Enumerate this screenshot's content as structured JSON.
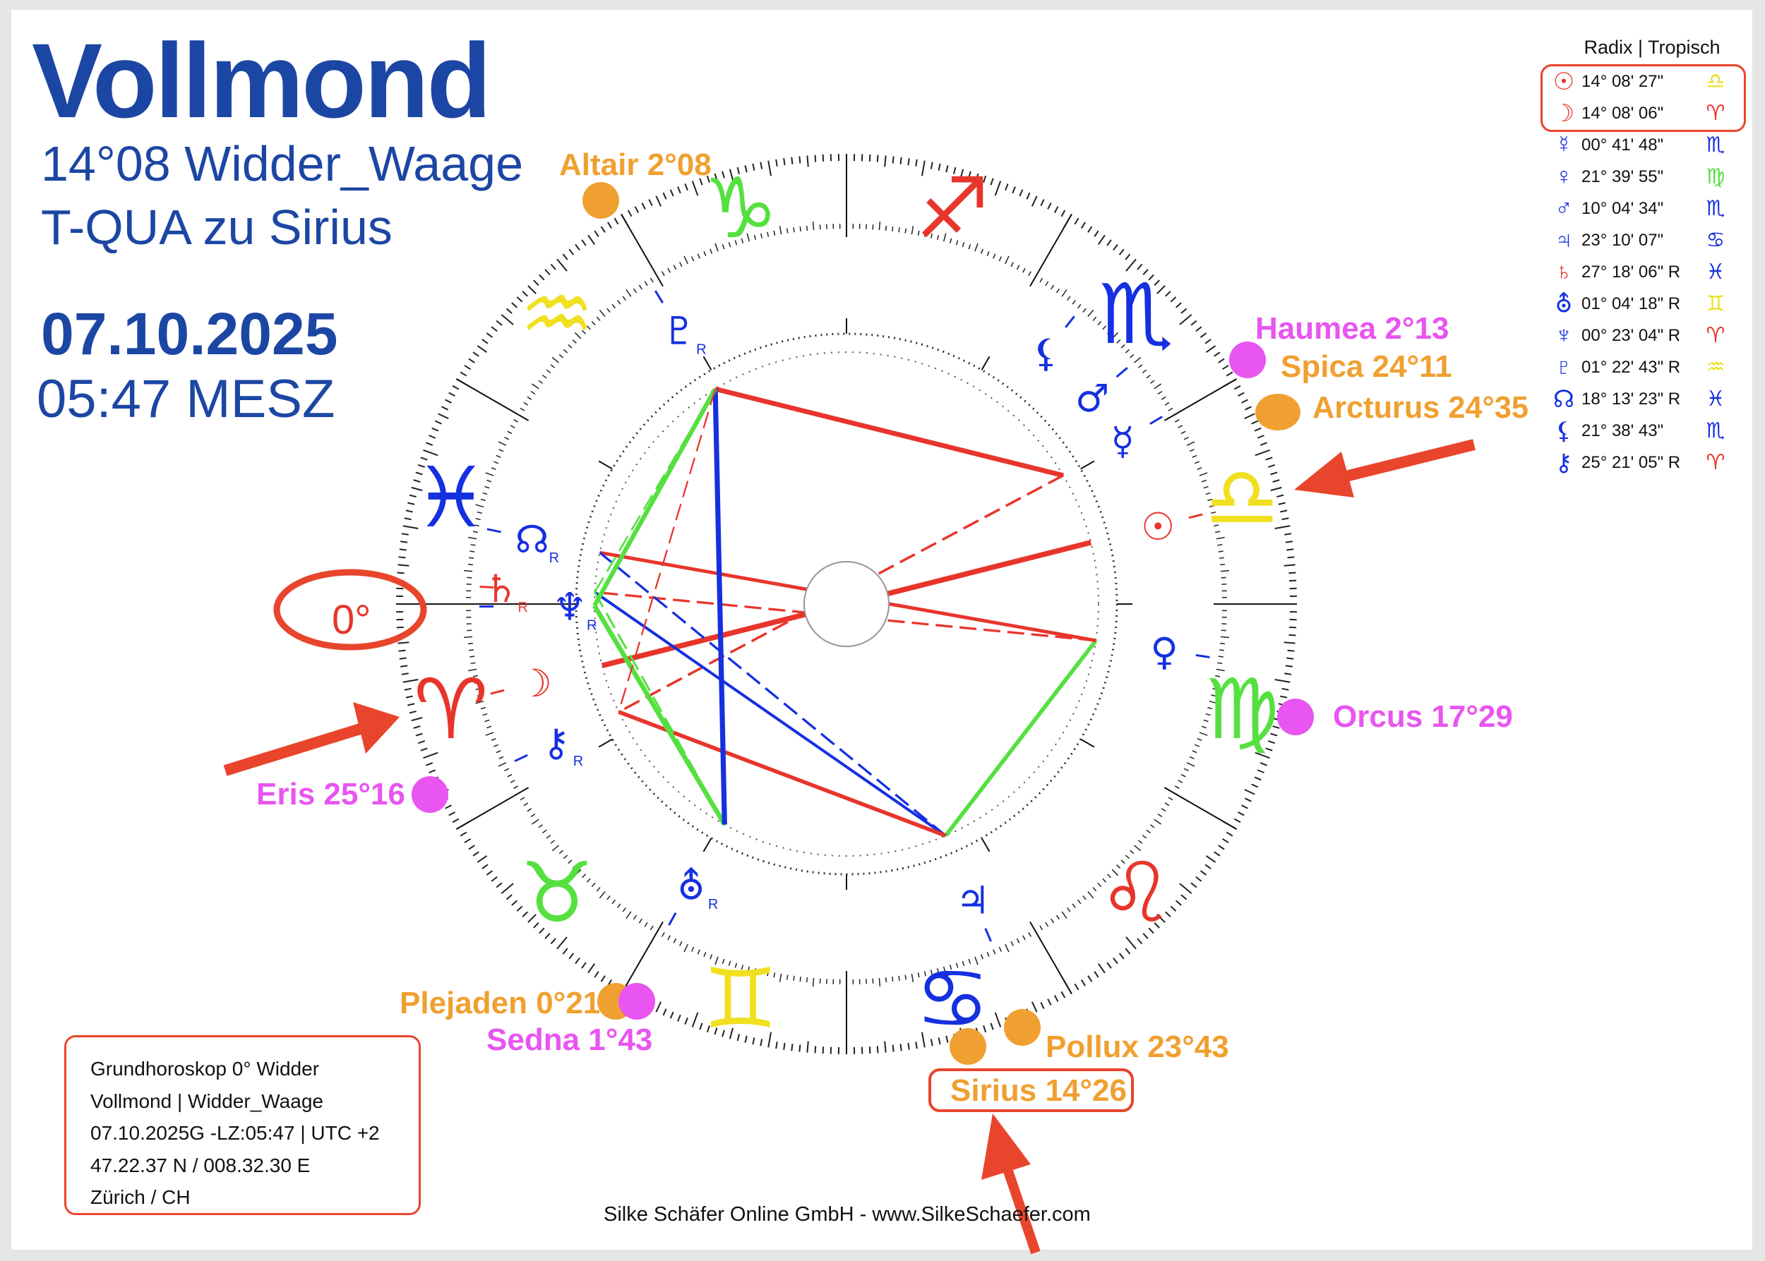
{
  "header": {
    "title": "Vollmond",
    "subtitle": "14°08 Widder_Waage",
    "subtitle2": "T-QUA zu Sirius",
    "date": "07.10.2025",
    "time": "05:47 MESZ"
  },
  "legend": {
    "title": "Radix | Tropisch",
    "rows": [
      {
        "name": "sun",
        "glyph": "☉",
        "color": "#e8352c",
        "position": "14° 08' 27\"",
        "sign": "♎",
        "sign_color": "#e8e020"
      },
      {
        "name": "moon",
        "glyph": "☽",
        "color": "#e8352c",
        "position": "14° 08' 06\"",
        "sign": "♈",
        "sign_color": "#e8352c"
      },
      {
        "name": "mercury",
        "glyph": "☿",
        "color": "#1530e0",
        "position": "00° 41' 48\"",
        "sign": "♏",
        "sign_color": "#1530e0"
      },
      {
        "name": "venus",
        "glyph": "♀",
        "color": "#1530e0",
        "position": "21° 39' 55\"",
        "sign": "♍",
        "sign_color": "#55e040"
      },
      {
        "name": "mars",
        "glyph": "♂",
        "color": "#1530e0",
        "position": "10° 04' 34\"",
        "sign": "♏",
        "sign_color": "#1530e0"
      },
      {
        "name": "jupiter",
        "glyph": "♃",
        "color": "#1530e0",
        "position": "23° 10' 07\"",
        "sign": "♋",
        "sign_color": "#1530e0"
      },
      {
        "name": "saturn",
        "glyph": "♄",
        "color": "#e8352c",
        "position": "27° 18' 06\" R",
        "sign": "♓",
        "sign_color": "#1530e0"
      },
      {
        "name": "uranus",
        "glyph": "⛢",
        "color": "#1530e0",
        "position": "01° 04' 18\" R",
        "sign": "♊",
        "sign_color": "#e8e020"
      },
      {
        "name": "neptune",
        "glyph": "♆",
        "color": "#1530e0",
        "position": "00° 23' 04\" R",
        "sign": "♈",
        "sign_color": "#e8352c"
      },
      {
        "name": "pluto",
        "glyph": "♇",
        "color": "#1530e0",
        "position": "01° 22' 43\" R",
        "sign": "♒",
        "sign_color": "#e8e020"
      },
      {
        "name": "node",
        "glyph": "☊",
        "color": "#1530e0",
        "position": "18° 13' 23\" R",
        "sign": "♓",
        "sign_color": "#1530e0"
      },
      {
        "name": "lilith",
        "glyph": "⚸",
        "color": "#1530e0",
        "position": "21° 38' 43\"",
        "sign": "♏",
        "sign_color": "#1530e0"
      },
      {
        "name": "chiron",
        "glyph": "⚷",
        "color": "#1530e0",
        "position": "25° 21' 05\" R",
        "sign": "♈",
        "sign_color": "#e8352c"
      }
    ]
  },
  "info": {
    "lines": [
      "Grundhoroskop 0° Widder",
      "Vollmond | Widder_Waage",
      "07.10.2025G -LZ:05:47 | UTC +2",
      "47.22.37 N / 008.32.30 E",
      "Zürich / CH"
    ]
  },
  "footer": "Silke Schäfer Online GmbH - www.SilkeSchaefer.com",
  "chart": {
    "zero_label": "0°",
    "retro_mark": "R",
    "zodiac": [
      {
        "glyph": "♈",
        "color": "#e8352c"
      },
      {
        "glyph": "♉",
        "color": "#55e040"
      },
      {
        "glyph": "♊",
        "color": "#f0e020"
      },
      {
        "glyph": "♋",
        "color": "#1530e0"
      },
      {
        "glyph": "♌",
        "color": "#e8352c"
      },
      {
        "glyph": "♍",
        "color": "#55e040"
      },
      {
        "glyph": "♎",
        "color": "#f0e020"
      },
      {
        "glyph": "♏",
        "color": "#1530e0"
      },
      {
        "glyph": "♐",
        "color": "#e8352c"
      },
      {
        "glyph": "♑",
        "color": "#55e040"
      },
      {
        "glyph": "♒",
        "color": "#f0e020"
      },
      {
        "glyph": "♓",
        "color": "#1530e0"
      }
    ],
    "planets": [
      {
        "name": "sun",
        "glyph": "☉",
        "lon": 194.14,
        "color": "#e8352c",
        "retro": false
      },
      {
        "name": "moon",
        "glyph": "☽",
        "lon": 14.14,
        "color": "#e8352c",
        "retro": false
      },
      {
        "name": "mercury",
        "glyph": "☿",
        "lon": 210.7,
        "color": "#1530e0",
        "retro": false
      },
      {
        "name": "venus",
        "glyph": "♀",
        "lon": 171.67,
        "color": "#1530e0",
        "retro": false
      },
      {
        "name": "mars",
        "glyph": "♂",
        "lon": 220.08,
        "color": "#1530e0",
        "retro": false
      },
      {
        "name": "jupiter",
        "glyph": "♃",
        "lon": 113.17,
        "color": "#1530e0",
        "retro": false
      },
      {
        "name": "saturn",
        "glyph": "♄",
        "lon": 357.3,
        "color": "#e8352c",
        "retro": true
      },
      {
        "name": "uranus",
        "glyph": "⛢",
        "lon": 61.07,
        "color": "#1530e0",
        "retro": true
      },
      {
        "name": "neptune",
        "glyph": "♆",
        "lon": 0.38,
        "color": "#1530e0",
        "retro": true
      },
      {
        "name": "pluto",
        "glyph": "♇",
        "lon": 301.38,
        "color": "#1530e0",
        "retro": true
      },
      {
        "name": "node",
        "glyph": "☊",
        "lon": 348.22,
        "color": "#1530e0",
        "retro": true
      },
      {
        "name": "lilith",
        "glyph": "⚸",
        "lon": 231.64,
        "color": "#1530e0",
        "retro": false
      },
      {
        "name": "chiron",
        "glyph": "⚷",
        "lon": 25.35,
        "color": "#1530e0",
        "retro": true
      }
    ],
    "aspect_colors": {
      "hard": "#e8352c",
      "trine": "#1530e0",
      "sextile": "#55e040"
    },
    "stars": [
      {
        "label": "Altair 2°08",
        "color": "#f0a030"
      },
      {
        "label": "Haumea 2°13",
        "color": "#e855f0"
      },
      {
        "label": "Spica 24°11",
        "color": "#f0a030"
      },
      {
        "label": "Arcturus 24°35",
        "color": "#f0a030"
      },
      {
        "label": "Orcus 17°29",
        "color": "#e855f0"
      },
      {
        "label": "Eris 25°16",
        "color": "#e855f0"
      },
      {
        "label": "Plejaden 0°21",
        "color": "#f0a030"
      },
      {
        "label": "Sedna 1°43",
        "color": "#e855f0"
      },
      {
        "label": "Pollux 23°43",
        "color": "#f0a030"
      },
      {
        "label": "Sirius 14°26",
        "color": "#f0a030"
      }
    ],
    "accent": "#e8452c"
  }
}
